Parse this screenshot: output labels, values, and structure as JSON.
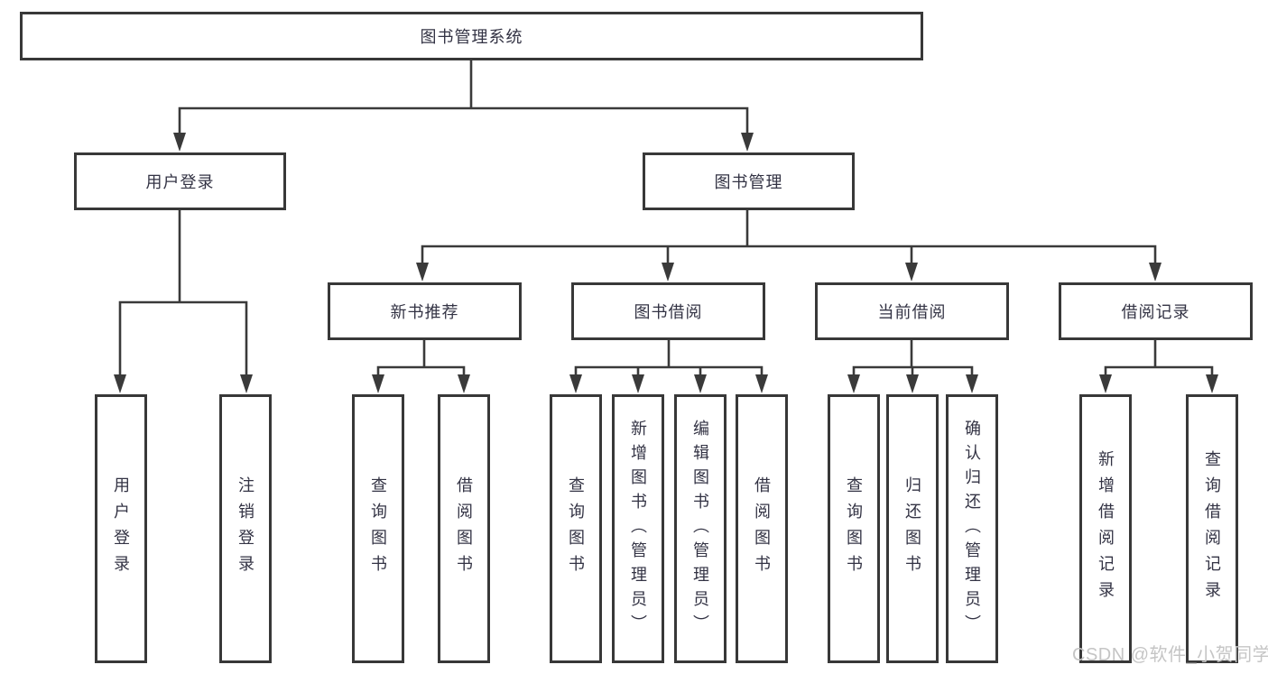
{
  "colors": {
    "line": "#3a3a3a",
    "box_border": "#383838",
    "text": "#333344",
    "watermark": "#c5c5c5",
    "background": "#ffffff"
  },
  "tree": {
    "label": "图书管理系统",
    "children": [
      {
        "label": "用户登录",
        "children": [
          {
            "label": "用户登录"
          },
          {
            "label": "注销登录"
          }
        ]
      },
      {
        "label": "图书管理",
        "children": [
          {
            "label": "新书推荐",
            "children": [
              {
                "label": "查询图书"
              },
              {
                "label": "借阅图书"
              }
            ]
          },
          {
            "label": "图书借阅",
            "children": [
              {
                "label": "查询图书"
              },
              {
                "label": "新增图书（管理员）"
              },
              {
                "label": "编辑图书（管理员）"
              },
              {
                "label": "借阅图书"
              }
            ]
          },
          {
            "label": "当前借阅",
            "children": [
              {
                "label": "查询图书"
              },
              {
                "label": "归还图书"
              },
              {
                "label": "确认归还（管理员）"
              }
            ]
          },
          {
            "label": "借阅记录",
            "children": [
              {
                "label": "新增借阅记录"
              },
              {
                "label": "查询借阅记录"
              }
            ]
          }
        ]
      }
    ]
  },
  "watermark": {
    "text": "CSDN @软件_小贺同学"
  }
}
